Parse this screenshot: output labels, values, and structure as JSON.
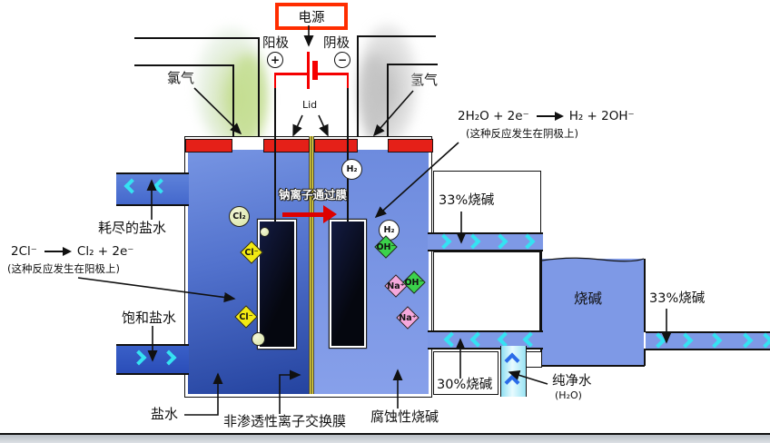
{
  "power": {
    "label": "电源",
    "anode": "阳极",
    "cathode": "阴极",
    "plus": "+",
    "minus": "−"
  },
  "top": {
    "chlorine_gas": "氯气",
    "hydrogen_gas": "氢气",
    "lid": "Lid"
  },
  "reactions": {
    "anode": {
      "lhs": "2Cl⁻",
      "rhs": "Cl₂ + 2e⁻",
      "note": "(这种反应发生在阳极上)"
    },
    "cathode": {
      "lhs": "2H₂O + 2e⁻",
      "rhs": "H₂ + 2OH⁻",
      "note": "(这种反应发生在阴极上)"
    }
  },
  "membrane": {
    "flow_label": "钠离子通过膜",
    "name_label": "非渗透性离子交换膜"
  },
  "streams": {
    "depleted_brine": "耗尽的盐水",
    "saturated_brine": "饱和盐水",
    "brine": "盐水",
    "naoh_33_left": "33%烧碱",
    "naoh_33_right": "33%烧碱",
    "naoh_30": "30%烧碱",
    "corrosive_caustic": "腐蚀性烧碱",
    "pure_water": "纯净水",
    "pure_water_formula": "(H₂O)",
    "tank_label": "烧碱"
  },
  "ions": {
    "cl2": "Cl₂",
    "h2": "H₂",
    "oh": "OH⁻",
    "na": "Na⁺",
    "cl": "Cl⁻"
  },
  "colors": {
    "lid_red": "#e52018",
    "power_red": "#ff2d00",
    "battery_red": "#f50000",
    "pipe_cyan": "#35e2f2",
    "water_blue": "#2b6ce8",
    "membrane_yellow": "#e8d93f",
    "ion_yellow": "#f2ea12",
    "ion_green": "#3bd24b",
    "ion_pink": "#f6a8dc",
    "cell_left_top": "#7795e3",
    "cell_left_bottom": "#24439f",
    "cell_right_top": "#6d8bde",
    "cell_right_bottom": "#87a0ea",
    "tank_blue": "#7e99e6"
  }
}
